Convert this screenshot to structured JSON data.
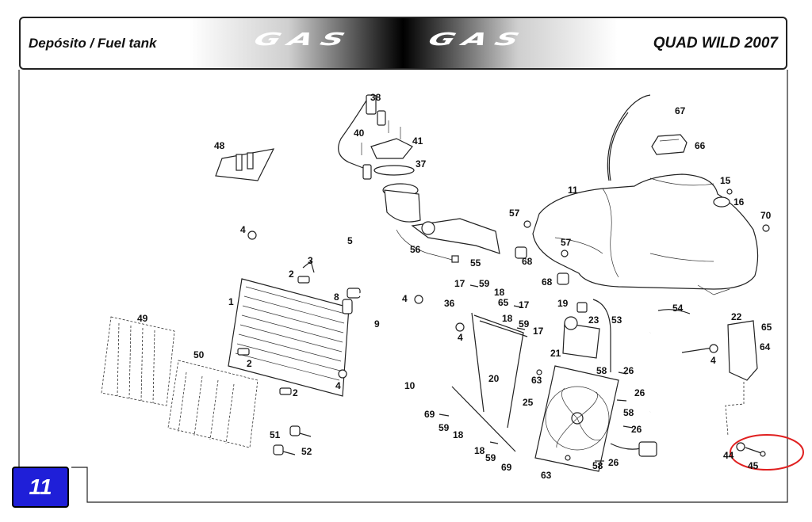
{
  "header": {
    "left_title": "Depósito / Fuel tank",
    "right_title": "QUAD WILD 2007",
    "logo": "GAS GAS"
  },
  "page_number": "11",
  "highlight_color": "#e02020",
  "accent_color": "#1f1fd8",
  "callouts": {
    "c38": "38",
    "c40": "40",
    "c41": "41",
    "c37": "37",
    "c48": "48",
    "c67": "67",
    "c66": "66",
    "c11": "11",
    "c15": "15",
    "c16": "16",
    "c70": "70",
    "c57a": "57",
    "c57b": "57",
    "c68a": "68",
    "c68b": "68",
    "c4a": "4",
    "c5": "5",
    "c56": "56",
    "c55": "55",
    "c3": "3",
    "c2a": "2",
    "c1": "1",
    "c8": "8",
    "c4b": "4",
    "c9": "9",
    "c17a": "17",
    "c59a": "59",
    "c18a": "18",
    "c36": "36",
    "c65a": "65",
    "c17b": "17",
    "c18b": "18",
    "c59b": "59",
    "c17c": "17",
    "c4c": "4",
    "c19": "19",
    "c23": "23",
    "c53": "53",
    "c54": "54",
    "c22": "22",
    "c65b": "65",
    "c64": "64",
    "c4d": "4",
    "c49": "49",
    "c50": "50",
    "c2b": "2",
    "c2c": "2",
    "c4e": "4",
    "c10": "10",
    "c21": "21",
    "c20": "20",
    "c63a": "63",
    "c58a": "58",
    "c26a": "26",
    "c26b": "26",
    "c25": "25",
    "c58b": "58",
    "c26c": "26",
    "c69a": "69",
    "c59c": "59",
    "c18c": "18",
    "c51": "51",
    "c52": "52",
    "c18d": "18",
    "c59d": "59",
    "c69b": "69",
    "c63b": "63",
    "c58c": "58",
    "c26d": "26",
    "c44": "44",
    "c45": "45"
  }
}
